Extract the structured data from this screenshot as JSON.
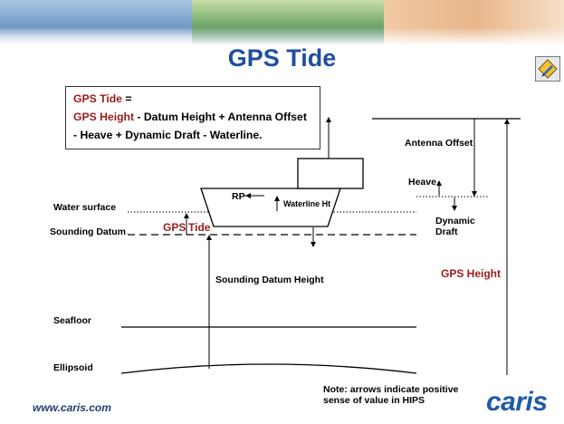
{
  "slide": {
    "title": "GPS Tide",
    "footer_url": "www.caris.com",
    "logo_text": "caris",
    "note": "Note:  arrows indicate positive sense of value in HIPS"
  },
  "formula": {
    "line1_red": "GPS Tide",
    "line1_black": " =",
    "line2_red": "GPS Height",
    "line2_black": " - Datum Height + Antenna Offset",
    "line3": "- Heave + Dynamic Draft - Waterline."
  },
  "labels": {
    "water_surface": "Water surface",
    "sounding_datum": "Sounding Datum",
    "seafloor": "Seafloor",
    "ellipsoid": "Ellipsoid",
    "gps_label": "GPS",
    "tide_label": "Tide",
    "rp": "RP",
    "waterline_ht": "Waterline Ht",
    "heave": "Heave",
    "antenna_offset": "Antenna Offset",
    "dynamic_draft_1": "Dynamic",
    "dynamic_draft_2": "Draft",
    "sounding_datum_height": "Sounding Datum Height",
    "gps_height": "GPS Height"
  },
  "colors": {
    "title_blue": "#1f4e9c",
    "accent_red": "#9c1b1b",
    "logo_blue": "#1f5ba8"
  },
  "icons": {
    "nav": "pencil-diamond-icon"
  }
}
